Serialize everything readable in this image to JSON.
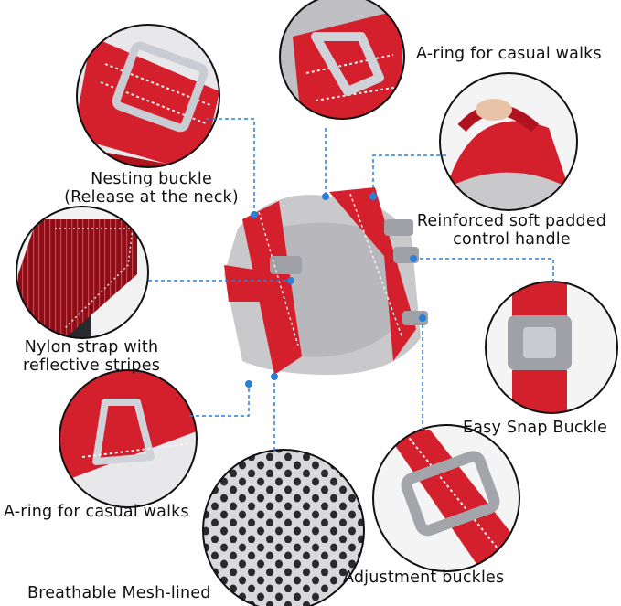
{
  "labels": {
    "a_ring_top": "A-ring for casual walks",
    "nesting_buckle_line1": "Nesting buckle",
    "nesting_buckle_line2": "(Release at the neck)",
    "handle_line1": "Reinforced soft padded",
    "handle_line2": "control handle",
    "nylon_line1": "Nylon strap with",
    "nylon_line2": "reflective stripes",
    "snap_buckle": "Easy Snap Buckle",
    "a_ring_bottom": "A-ring for casual walks",
    "mesh": "Breathable Mesh-lined",
    "adjustment": "Adjustment buckles"
  },
  "colors": {
    "harness_red": "#d41f2c",
    "harness_dark_red": "#8c0f18",
    "padding_gray": "#c9c9cc",
    "metal": "#c9ccd2",
    "leader_line": "#2a7fd6",
    "circle_border": "#111111"
  }
}
